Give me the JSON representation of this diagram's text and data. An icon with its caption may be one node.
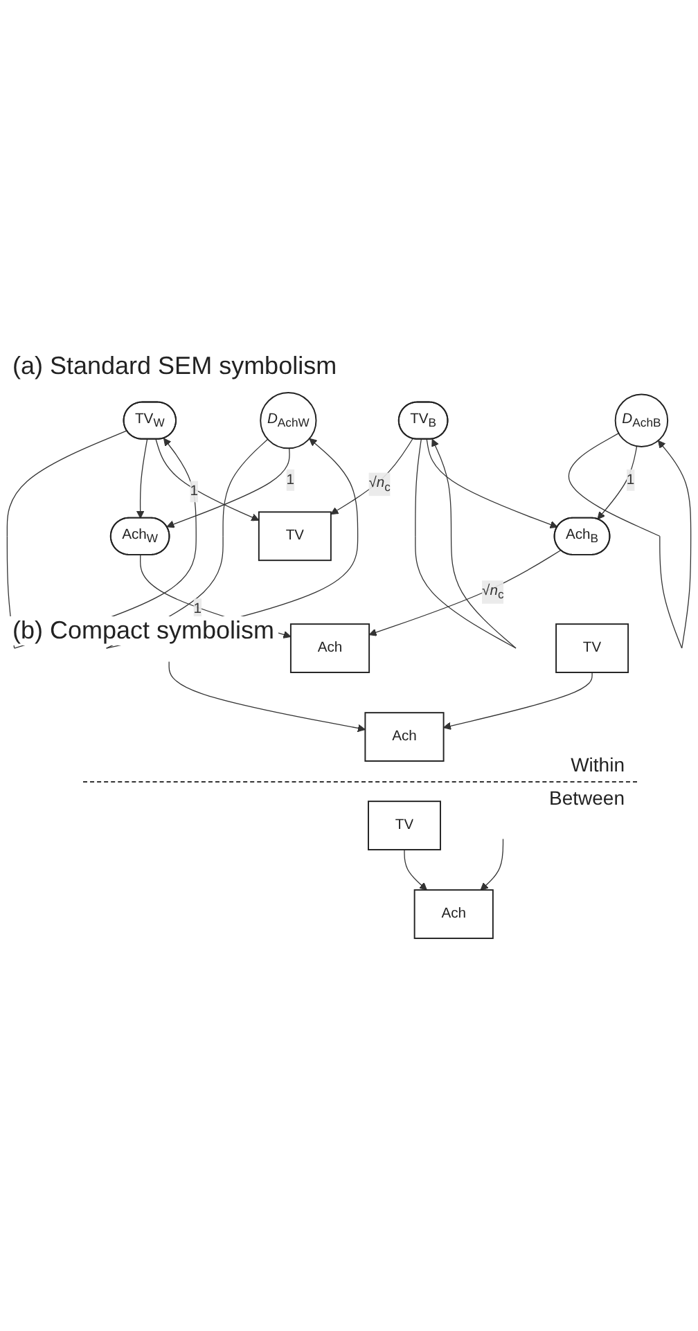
{
  "diagram": {
    "nodes": [
      {
        "text": [
          "TV$_{W}$"
        ]
      },
      {
        "text": [
          "Ach$_{W}$"
        ]
      },
      {
        "text": [
          "*D*$_{AchW}$"
        ]
      },
      {
        "text": [
          "TV"
        ]
      },
      {
        "text": [
          "Ach"
        ]
      },
      {
        "text": [
          "TV$_{B}$"
        ]
      },
      {
        "text": [
          "Ach$_{B}$"
        ]
      },
      {
        "text": [
          "*D*$_{AchB}$"
        ]
      },
      {
        "text": [
          "TV"
        ]
      },
      {
        "text": [
          "Ach"
        ]
      },
      {
        "text": [
          "TV"
        ]
      },
      {
        "text": [
          "Ach"
        ]
      }
    ],
    "edges": [
      {
        "from": 0,
        "to": 0,
        "arrow": "to"
      },
      {
        "from": 2,
        "to": 2,
        "arrow": "to"
      },
      {
        "from": 0,
        "to": 1,
        "arrow": "to"
      },
      {
        "from": 2,
        "to": 1,
        "label": "1",
        "arrow": "to"
      },
      {
        "from": 0,
        "to": 3,
        "label": "1",
        "arrow": "to"
      },
      {
        "from": 1,
        "to": 4,
        "label": "1",
        "arrow": "to"
      },
      {
        "from": 5,
        "to": 3,
        "label": "√*n*$_{c}$",
        "arrow": "to"
      },
      {
        "from": 6,
        "to": 4,
        "label": "√*n*$_{c}$",
        "arrow": "to"
      },
      {
        "from": 5,
        "to": 5,
        "arrow": "to"
      },
      {
        "from": 5,
        "to": 6,
        "arrow": "to"
      },
      {
        "from": 7,
        "to": 7,
        "arrow": "to"
      },
      {
        "from": 7,
        "to": 6,
        "label": "1",
        "arrow": "to"
      },
      {
        "from": 8,
        "to": 9,
        "arrow": "to"
      },
      {
        "from": null,
        "to": 9,
        "arrow": "to"
      },
      {
        "from": 10,
        "to": 11,
        "arrow": "to"
      },
      {
        "from": null,
        "to": 11,
        "arrow": "to"
      }
    ],
    "labels": [
      "(a) Standard SEM symbolism",
      "(b) Compact symbolism",
      "Within",
      "Between"
    ]
  }
}
